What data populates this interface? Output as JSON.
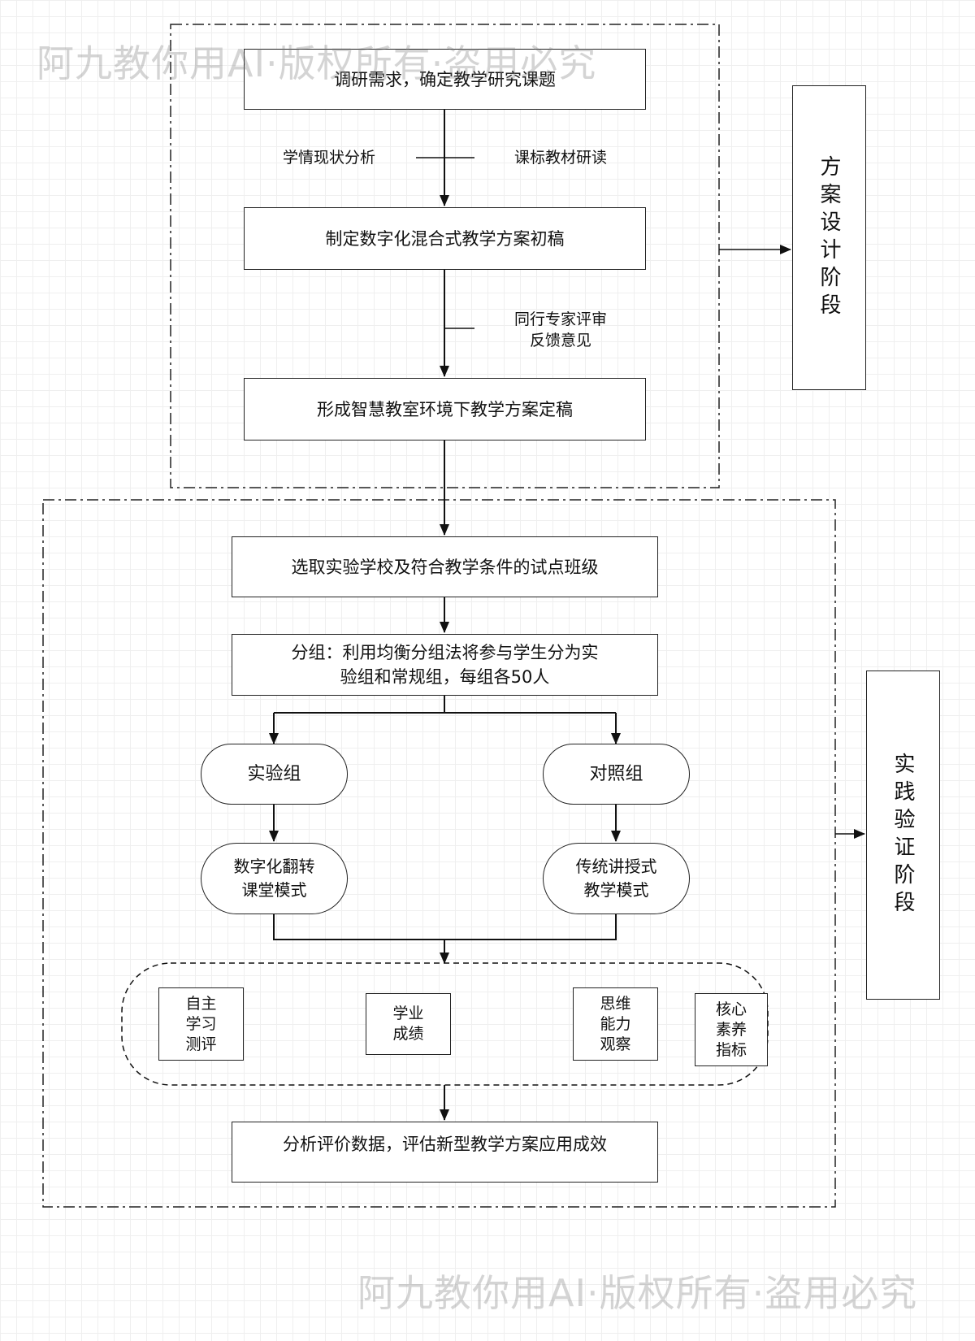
{
  "watermark": {
    "text": "阿九教你用AI·版权所有·盗用必究"
  },
  "stages": {
    "design": "方案设计阶段",
    "practice": "实践验证阶段"
  },
  "steps": {
    "s1": "调研需求，确定教学研究课题",
    "s2": "制定数字化混合式教学方案初稿",
    "s3": "形成智慧教室环境下教学方案定稿",
    "s4": "选取实验学校及符合教学条件的试点班级",
    "s5_line1": "分组：利用均衡分组法将参与学生分为实",
    "s5_line2": "验组和常规组，每组各50人",
    "s6": "分析评价数据，评估新型教学方案应用成效"
  },
  "side_labels": {
    "left_input": "学情现状分析",
    "right_input": "课标教材研读",
    "review_line1": "同行专家评审",
    "review_line2": "反馈意见"
  },
  "groups": {
    "experimental": "实验组",
    "control": "对照组",
    "exp_mode_line1": "数字化翻转",
    "exp_mode_line2": "课堂模式",
    "ctrl_mode_line1": "传统讲授式",
    "ctrl_mode_line2": "教学模式"
  },
  "indicators": [
    {
      "line1": "自主",
      "line2": "学习",
      "line3": "测评"
    },
    {
      "line1": "学业",
      "line2": "成绩"
    },
    {
      "line1": "思维",
      "line2": "能力",
      "line3": "观察"
    },
    {
      "line1": "核心",
      "line2": "素养",
      "line3": "指标"
    }
  ]
}
